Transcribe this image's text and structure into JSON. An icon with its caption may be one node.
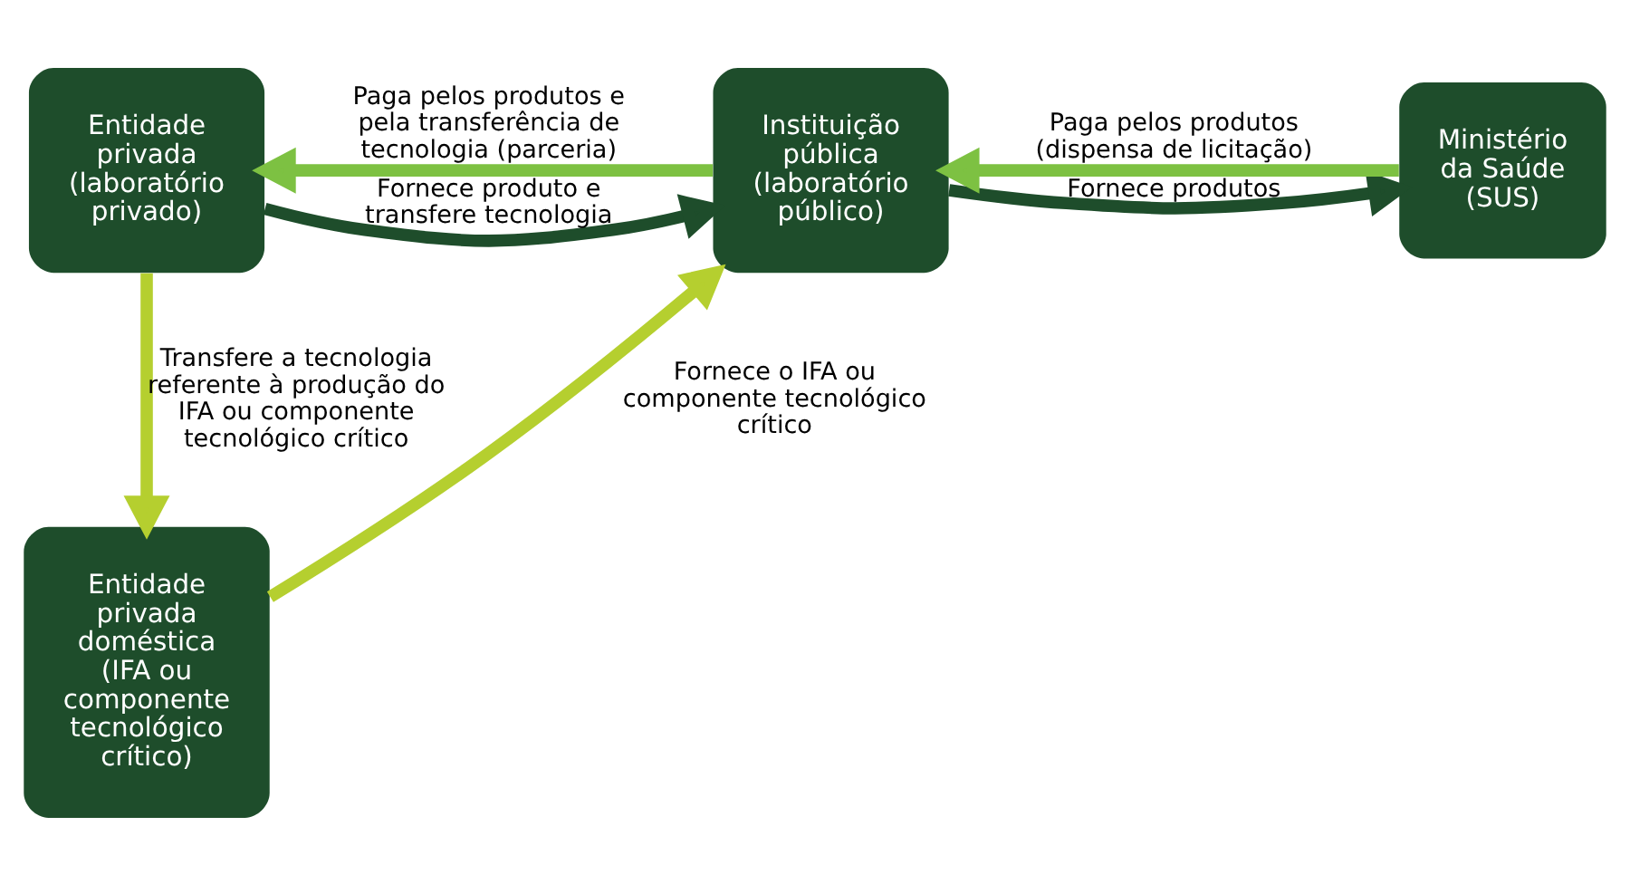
{
  "diagram": {
    "nodes": [
      {
        "text": [
          "Entidade privada (laboratório privado)"
        ]
      },
      {
        "text": [
          "Instituição pública (laboratório público)"
        ]
      },
      {
        "text": [
          "Ministério da Saúde (SUS)"
        ]
      },
      {
        "text": [
          "Entidade privada doméstica (IFA ou componente tecnológico crítico)"
        ]
      }
    ],
    "edges": [
      {
        "from": 0,
        "to": 1,
        "arrow": "to",
        "label": "Fornece produto e transfere tecnologia",
        "color": "#1e4d2b"
      },
      {
        "from": 1,
        "to": 0,
        "arrow": "to",
        "label": "Paga pelos produtos e pela transferência de tecnologia (parceria)",
        "color": "#7dc142"
      },
      {
        "from": 1,
        "to": 2,
        "arrow": "to",
        "label": "Fornece produtos",
        "color": "#1e4d2b"
      },
      {
        "from": 2,
        "to": 1,
        "arrow": "to",
        "label": "Paga pelos produtos (dispensa de licitação)",
        "color": "#7dc142"
      },
      {
        "from": 0,
        "to": 3,
        "arrow": "to",
        "label": "Transfere a tecnologia referente à produção do IFA ou componente tecnológico crítico",
        "color": "#b5cf2f"
      },
      {
        "from": 3,
        "to": 1,
        "arrow": "to",
        "label": "Fornece o IFA ou componente tecnológico crítico",
        "color": "#b5cf2f"
      }
    ]
  }
}
